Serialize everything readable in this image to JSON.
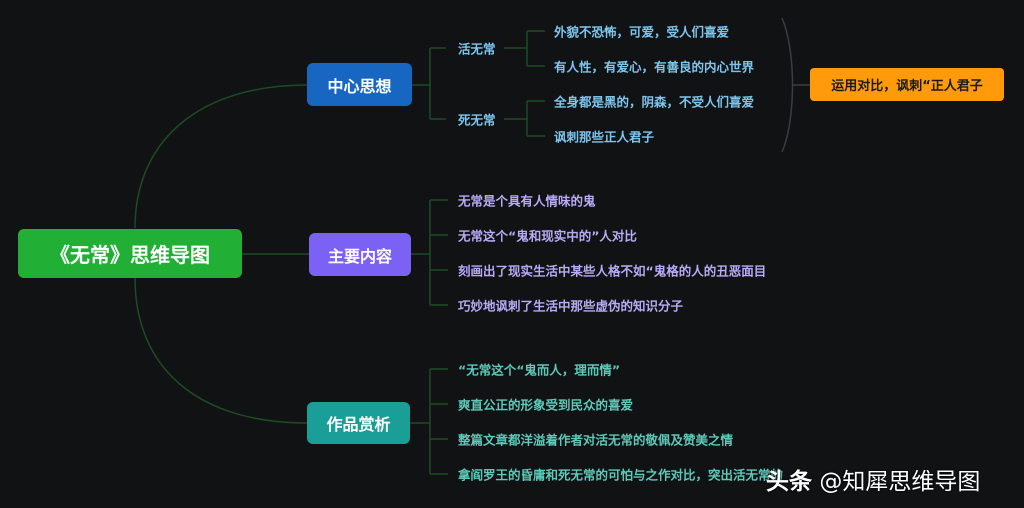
{
  "root": {
    "label": "《无常》思维导图",
    "color": "#21b035"
  },
  "branches": [
    {
      "label": "中心思想",
      "color": "#1767c2",
      "groups": [
        {
          "label": "活无常",
          "items": [
            "外貌不恐怖，可爱，受人们喜爱",
            "有人性，有爱心，有善良的内心世界"
          ]
        },
        {
          "label": "死无常",
          "items": [
            "全身都是黑的，阴森，不受人们喜爱",
            "讽刺那些正人君子"
          ]
        }
      ],
      "summary": {
        "label": "运用对比，讽刺“正人君子",
        "color": "#ff9a0a"
      }
    },
    {
      "label": "主要内容",
      "color": "#7b62f5",
      "items": [
        "无常是个具有人情味的鬼",
        "无常这个“鬼和现实中的”人对比",
        "刻画出了现实生活中某些人格不如“鬼格的人的丑恶面目",
        "巧妙地讽刺了生活中那些虚伪的知识分子"
      ]
    },
    {
      "label": "作品赏析",
      "color": "#1a9e98",
      "items": [
        "“无常这个“鬼而人，理而情”",
        "爽直公正的形象受到民众的喜爱",
        "整篇文章都洋溢着作者对活无常的敬佩及赞美之情",
        "拿阎罗王的昏庸和死无常的可怕与之作对比，突出活无常的"
      ]
    }
  ],
  "watermark": {
    "brand": "头条",
    "account": "@知犀思维导图"
  },
  "line_color": "#1f4a25"
}
